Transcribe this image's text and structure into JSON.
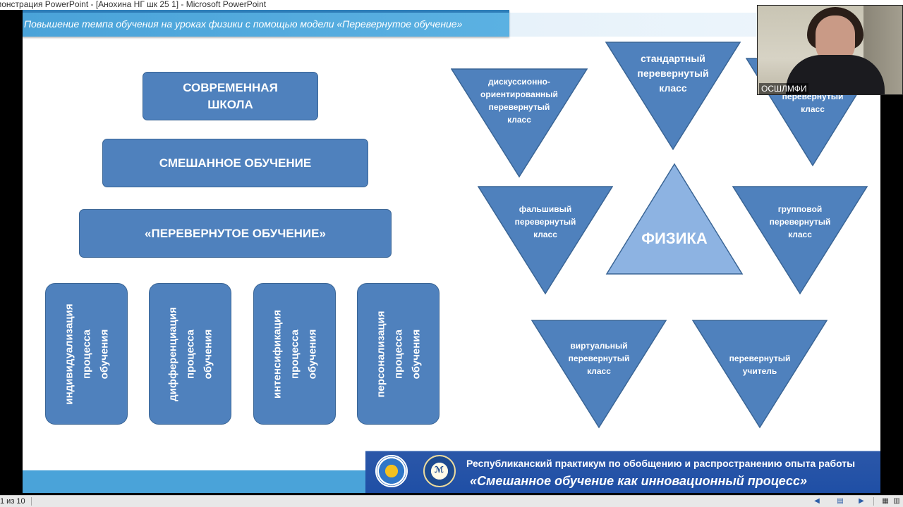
{
  "window": {
    "title": "монстрация PowerPoint - [Анохина НГ  шк 25 1] - Microsoft PowerPoint"
  },
  "slide": {
    "title": "Повышение темпа обучения на уроках физики с помощью модели «Перевернутое обучение»",
    "boxes": {
      "school": "СОВРЕМЕННАЯ\nШКОЛА",
      "mixed": "СМЕШАННОЕ ОБУЧЕНИЕ",
      "flipped": "«ПЕРЕВЕРНУТОЕ ОБУЧЕНИЕ»"
    },
    "vertical_boxes": [
      "индивидуализация\nпроцесса\nобучения",
      "дифференциация\nпроцесса\nобучения",
      "интенсификация\nпроцесса\nобучения",
      "персонализация\nпроцесса\nобучения"
    ],
    "triangles": {
      "discussion": "дискуссионно-\nориентированный\nперевернутый\nкласс",
      "standard": "стандартный\nперевернутый\nкласс",
      "hidden": "перевернутый\nкласс",
      "fake": "фальшивый\nперевернутый\nкласс",
      "center": "ФИЗИКА",
      "group": "групповой\nперевернутый\nкласс",
      "virtual": "виртуальный\nперевернутый\nкласс",
      "teacher": "перевернутый\nучитель"
    },
    "banner": {
      "line1": "Республиканский практикум по обобщению и распространению опыта работы",
      "line2": "«Смешанное  обучение  как инновационный  процесс»"
    }
  },
  "webcam": {
    "label": "ОСШЛМФИ"
  },
  "status": {
    "slide_counter": "1 из 10"
  },
  "colors": {
    "box_fill": "#4f81bd",
    "center_fill": "#8db3e2",
    "accent": "#4aa3d9"
  }
}
